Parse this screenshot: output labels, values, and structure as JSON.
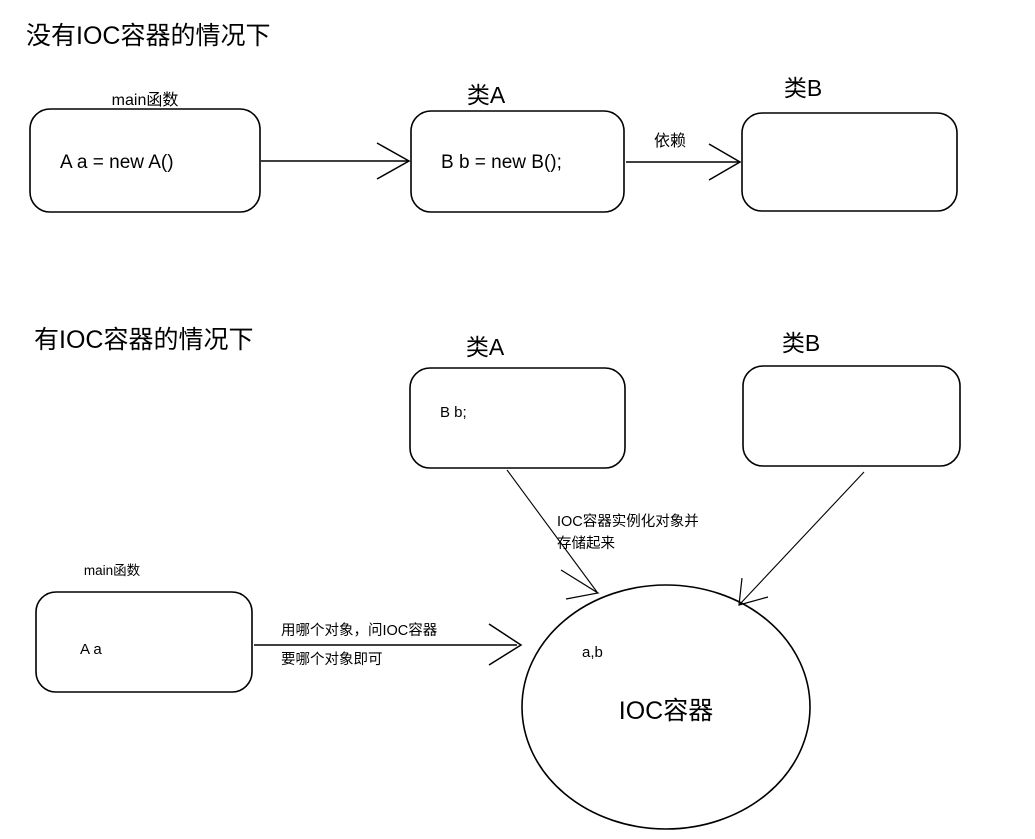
{
  "page": {
    "background_color": "#ffffff",
    "stroke_color": "#000000",
    "text_color": "#000000"
  },
  "sections": [
    {
      "id": "without-ioc",
      "title": "没有IOC容器的情况下",
      "nodes": [
        {
          "id": "main-fn",
          "caption": "main函数",
          "body": "A  a = new A()"
        },
        {
          "id": "class-a",
          "caption": "类A",
          "body": "B b = new B();"
        },
        {
          "id": "class-b",
          "caption": "类B",
          "body": ""
        }
      ],
      "edges": [
        {
          "id": "main-to-a",
          "label": "",
          "from": "main-fn",
          "to": "class-a"
        },
        {
          "id": "a-to-b",
          "label": "依赖",
          "from": "class-a",
          "to": "class-b"
        }
      ]
    },
    {
      "id": "with-ioc",
      "title": "有IOC容器的情况下",
      "nodes": [
        {
          "id": "class-a2",
          "caption": "类A",
          "body": "B  b;"
        },
        {
          "id": "class-b2",
          "caption": "类B",
          "body": ""
        },
        {
          "id": "main-fn2",
          "caption": "main函数",
          "body": "A a"
        },
        {
          "id": "ioc-container",
          "caption": "",
          "title": "IOC容器",
          "tag": "a,b"
        }
      ],
      "edges": [
        {
          "id": "a2-to-ioc",
          "label_line1": "IOC容器实例化对象并",
          "label_line2": "存储起来",
          "from": "class-a2",
          "to": "ioc-container"
        },
        {
          "id": "b2-to-ioc",
          "label": "",
          "from": "class-b2",
          "to": "ioc-container"
        },
        {
          "id": "main2-to-ioc",
          "label_line1": "用哪个对象，问IOC容器",
          "label_line2": "要哪个对象即可",
          "from": "main-fn2",
          "to": "ioc-container"
        }
      ]
    }
  ]
}
